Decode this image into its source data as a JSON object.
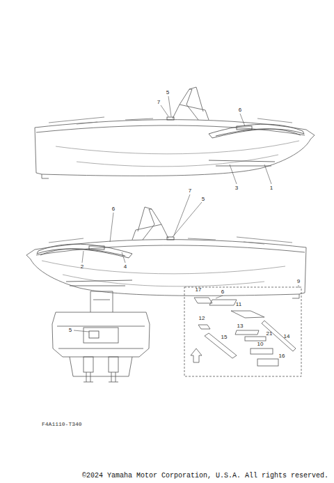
{
  "diagram": {
    "labels": [
      "5",
      "7",
      "6",
      "3",
      "1",
      "6",
      "7",
      "5",
      "2",
      "4",
      "5",
      "9",
      "17",
      "6",
      "11",
      "12",
      "13",
      "21",
      "14",
      "15",
      "10",
      "16",
      "F4A1110-T340",
      "©2024 Yamaha Motor Corporation, U.S.A. All rights reserved."
    ]
  }
}
